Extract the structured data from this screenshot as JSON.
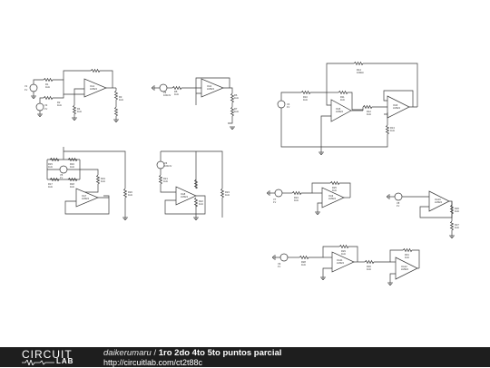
{
  "footer": {
    "logo_word": "CIRCUIT",
    "logo_sub": "LAB",
    "author": "daikerumaru",
    "separator": " / ",
    "title": "1ro 2do 4to 5to puntos parcial",
    "url": "http://circuitlab.com/ct2t88c"
  },
  "labels": {
    "c1_r1": "R1",
    "c1_r1v": "1kΩ",
    "c1_r2": "R2",
    "c1_r2v": "1kΩ",
    "c1_r3": "R3",
    "c1_r3v": "1kΩ",
    "c1_r4": "R4",
    "c1_r4v": "1kΩ",
    "c1_v1": "V1",
    "c1_v1v": "1V",
    "c1_v2": "V2",
    "c1_v2v": "1V",
    "c1_op": "OA1",
    "c1_opv": "LM324",
    "c2_v": "V3",
    "c2_vv": "100mV",
    "c2_r1": "R5",
    "c2_r1v": "1kΩ",
    "c2_r2": "R6",
    "c2_r2v": "1kΩ",
    "c2_r3": "R7",
    "c2_r3v": "1kΩ",
    "c2_op": "OA2",
    "c2_opv": "LM324",
    "c3_rf": "R14",
    "c3_rfv": "100kΩ",
    "c3_r1": "R10",
    "c3_r1v": "1kΩ",
    "c3_r2": "R11",
    "c3_r2v": "1kΩ",
    "c3_r3": "R12",
    "c3_r3v": "1kΩ",
    "c3_r4": "R13",
    "c3_r4v": "1kΩ",
    "c3_v": "V4",
    "c3_vv": "1V",
    "c3_op1": "OA5",
    "c3_op1v": "LM324",
    "c3_op2": "OA6",
    "c3_op2v": "LM324",
    "c4_ra": "R15",
    "c4_rav": "1kΩ",
    "c4_rb": "R16",
    "c4_rbv": "1kΩ",
    "c4_rc": "R17",
    "c4_rcv": "1kΩ",
    "c4_rd": "R18",
    "c4_rdv": "1kΩ",
    "c4_v": "V5",
    "c4_vv": "1V",
    "c4_r5": "R19",
    "c4_r5v": "1kΩ",
    "c4_r6": "R20",
    "c4_r6v": "1kΩ",
    "c4_op": "OA7",
    "c4_opv": "LM324",
    "c5_v": "V6",
    "c5_vv": "100mV",
    "c5_r1": "R21",
    "c5_r1v": "1kΩ",
    "c5_r2": "R22",
    "c5_r2v": "1kΩ",
    "c5_r3": "R23",
    "c5_r3v": "1kΩ",
    "c5_op": "OA8",
    "c5_opv": "LM324",
    "c6_v": "V7",
    "c6_vv": "1V",
    "c6_r1": "R24",
    "c6_r1v": "1kΩ",
    "c6_rf": "R25",
    "c6_rfv": "1kΩ",
    "c6_op": "OA9",
    "c6_opv": "LM324",
    "c7_v": "V8",
    "c7_vv": "1V",
    "c7_r1": "R26",
    "c7_r1v": "1kΩ",
    "c7_r2": "R27",
    "c7_r2v": "1kΩ",
    "c7_op": "OA10",
    "c7_opv": "LM324",
    "c8_v": "V9",
    "c8_vv": "1V",
    "c8_r1": "R28",
    "c8_r1v": "1kΩ",
    "c8_rf1": "R29",
    "c8_rf1v": "1kΩ",
    "c8_r2": "R30",
    "c8_r2v": "1kΩ",
    "c8_rf2": "R31",
    "c8_rf2v": "1kΩ",
    "c8_op1": "OA11",
    "c8_op1v": "LM324",
    "c8_op2": "OA12",
    "c8_op2v": "LM324"
  }
}
